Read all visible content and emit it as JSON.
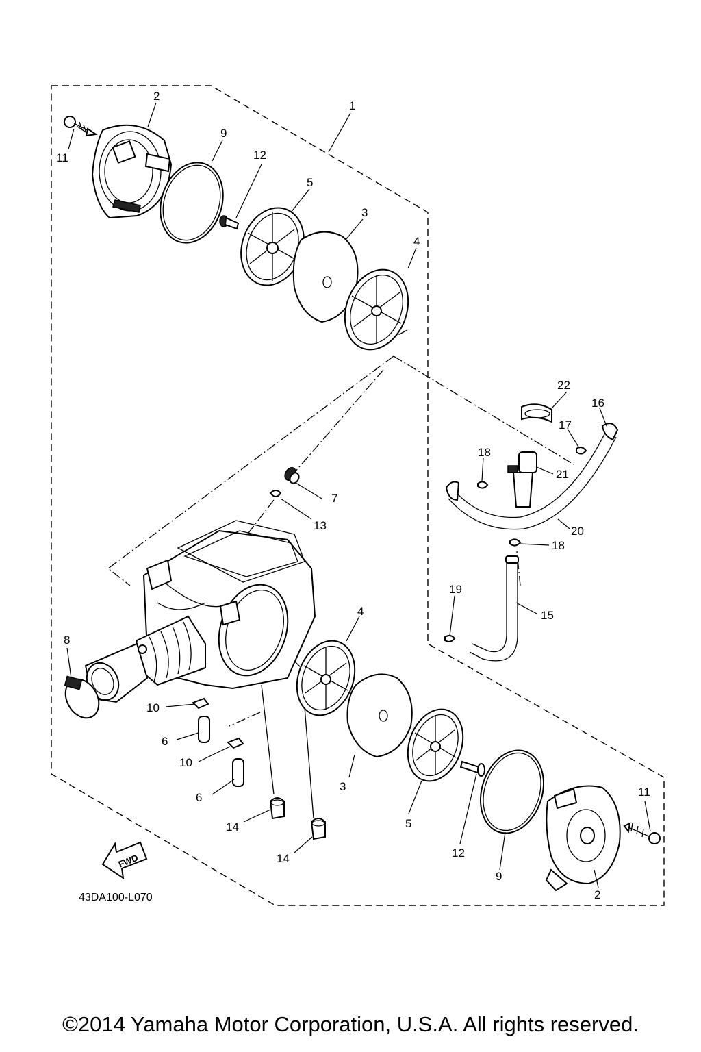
{
  "diagram": {
    "code": "43DA100-L070",
    "fwd_label": "FWD",
    "callouts": {
      "c1": "1",
      "c2a": "2",
      "c2b": "2",
      "c3a": "3",
      "c3b": "3",
      "c4a": "4",
      "c4b": "4",
      "c5a": "5",
      "c5b": "5",
      "c6a": "6",
      "c6b": "6",
      "c7": "7",
      "c8": "8",
      "c9a": "9",
      "c9b": "9",
      "c10a": "10",
      "c10b": "10",
      "c11a": "11",
      "c11b": "11",
      "c12a": "12",
      "c12b": "12",
      "c13": "13",
      "c14a": "14",
      "c14b": "14",
      "c15": "15",
      "c16": "16",
      "c17": "17",
      "c18a": "18",
      "c18b": "18",
      "c19": "19",
      "c20": "20",
      "c21": "21",
      "c22": "22"
    }
  },
  "footer": {
    "copyright": "©2014 Yamaha Motor Corporation, U.S.A. All rights reserved."
  }
}
